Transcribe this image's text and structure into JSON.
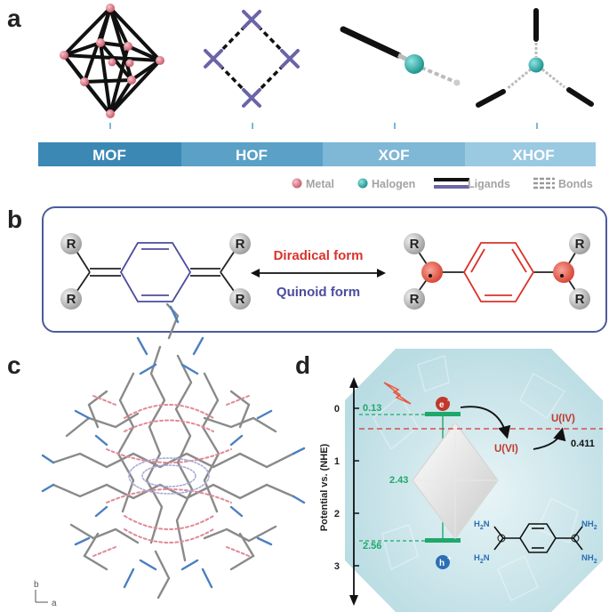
{
  "panel_labels": {
    "a": "a",
    "b": "b",
    "c": "c",
    "d": "d"
  },
  "framework_bar": {
    "segments": [
      {
        "label": "MOF",
        "color": "#3b88b5"
      },
      {
        "label": "HOF",
        "color": "#5aa0c7"
      },
      {
        "label": "XOF",
        "color": "#7fb7d7"
      },
      {
        "label": "XHOF",
        "color": "#9ac9e2"
      }
    ]
  },
  "legend": {
    "metal": "Metal",
    "halogen": "Halogen",
    "ligands": "Ligands",
    "bonds": "Bonds",
    "colors": {
      "metal": "#e07788",
      "halogen": "#2bb5b0",
      "ligand_black": "#111111",
      "ligand_purple": "#6a64a8"
    }
  },
  "panel_b": {
    "r_label": "R",
    "diradical": "Diradical form",
    "quinoid": "Quinoid form",
    "colors": {
      "diradical": "#d9332b",
      "quinoid": "#4b4c9e",
      "frame": "#4c5b9c"
    }
  },
  "panel_c": {
    "axis_b": "b",
    "axis_a": "a"
  },
  "panel_d": {
    "y_axis_title": "Potential vs. (NHE)",
    "ticks": [
      "0",
      "1",
      "2",
      "3"
    ],
    "cb_value": "0.13",
    "vb_value": "2.56",
    "gap_value": "2.43",
    "electron": "e",
    "hole": "h",
    "u_iv": "U(IV)",
    "u_vi": "U(VI)",
    "u_potential": "0.411",
    "nh2": "NH",
    "nh2_sub": "2",
    "h2n": "H",
    "h2n_sub": "2",
    "h2n_n": "N"
  }
}
